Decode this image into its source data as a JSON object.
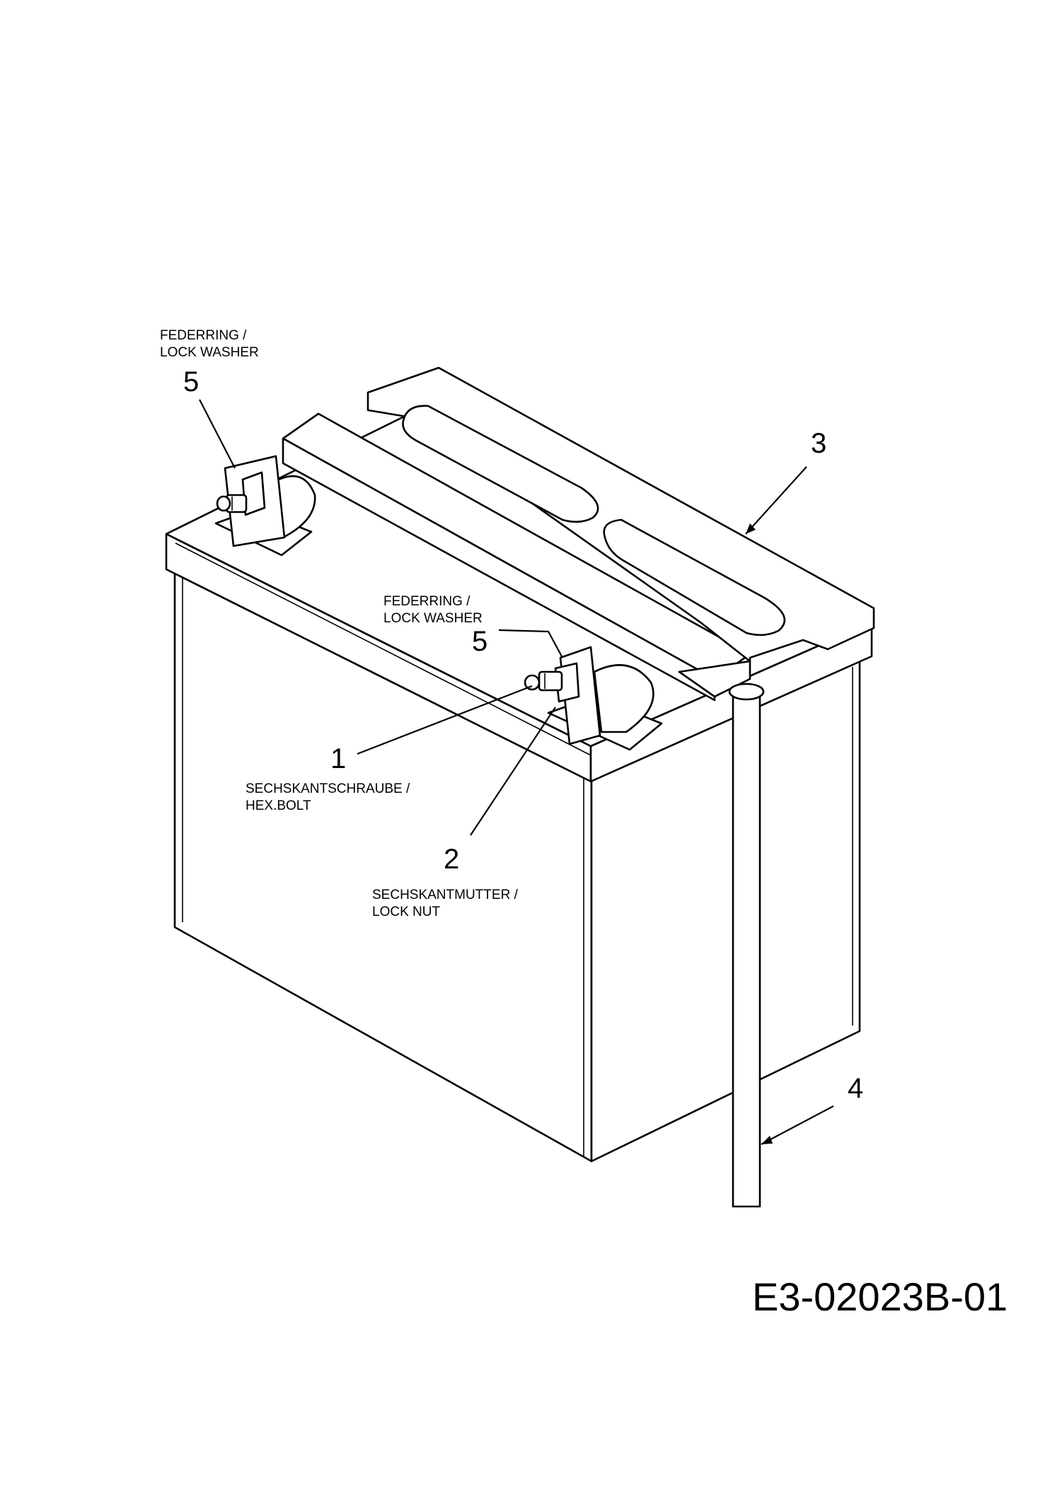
{
  "labels": {
    "washer_left": {
      "line1": "FEDERRING /",
      "line2": "LOCK WASHER",
      "number": "5"
    },
    "washer_right": {
      "line1": "FEDERRING /",
      "line2": "LOCK WASHER",
      "number": "5"
    },
    "bolt": {
      "number": "1",
      "line1": "SECHSKANTSCHRAUBE /",
      "line2": "HEX.BOLT"
    },
    "nut": {
      "number": "2",
      "line1": "SECHSKANTMUTTER /",
      "line2": "LOCK NUT"
    },
    "strap_number": "3",
    "rod_number": "4"
  },
  "drawing_code": "E3-02023B-01"
}
